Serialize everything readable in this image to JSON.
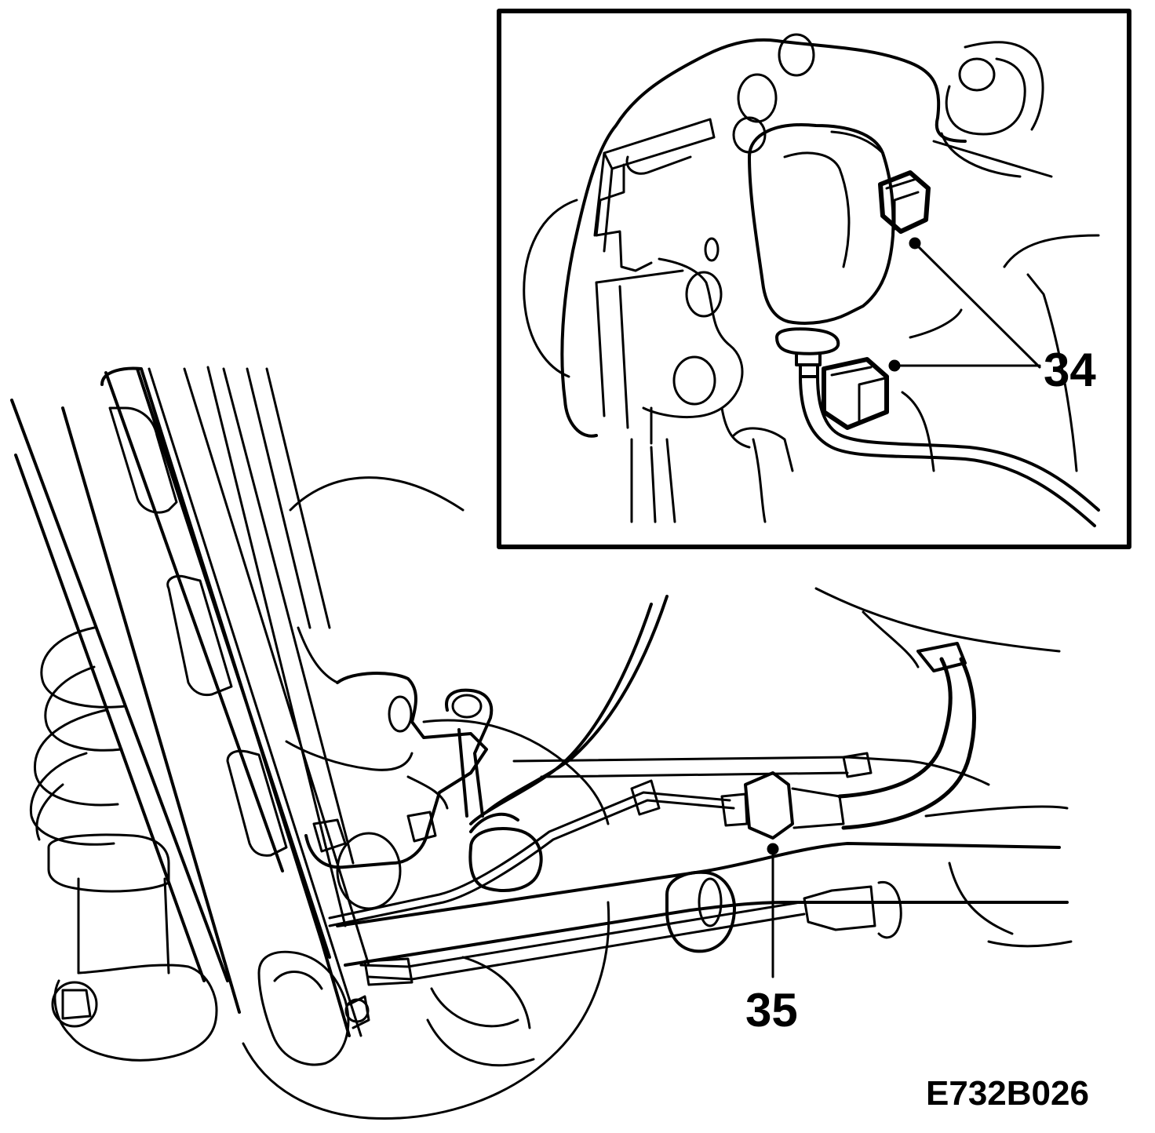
{
  "callouts": {
    "bleeder_bolts": "34",
    "brake_hose_connection": "35"
  },
  "figure_code": "E732B026",
  "colors": {
    "line": "#000000",
    "background": "#ffffff"
  }
}
